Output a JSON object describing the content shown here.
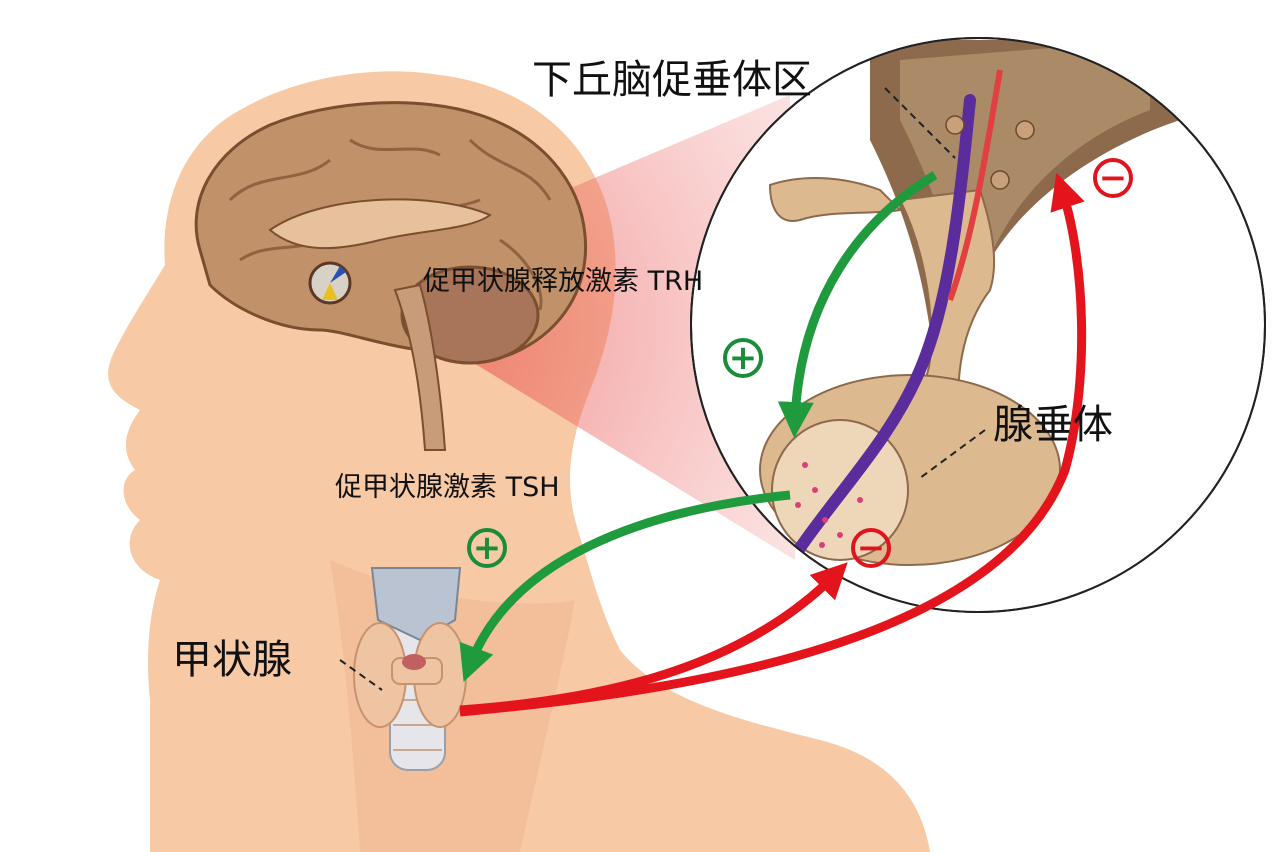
{
  "labels": {
    "hypothalamus": "下丘脑促垂体区",
    "trh": "促甲状腺释放激素 TRH",
    "tsh": "促甲状腺激素 TSH",
    "pituitary": "腺垂体",
    "thyroid": "甲状腺"
  },
  "signs": {
    "plus": "+",
    "minus": "−"
  },
  "colors": {
    "skin": "#f7c9a4",
    "stimulate": "#1f9a3c",
    "inhibit": "#e3141c",
    "brain": "#b5835a",
    "gland": "#dcb98e"
  }
}
